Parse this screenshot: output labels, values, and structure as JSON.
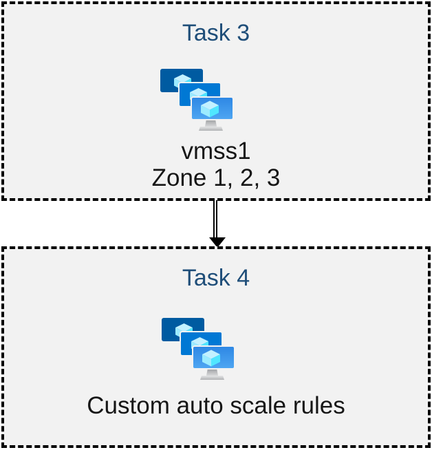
{
  "colors": {
    "box_bg": "#f2f2f2",
    "box_border": "#000000",
    "title_text": "#1f4e79",
    "body_text": "#161616",
    "monitor_back": "#005ba1",
    "monitor_middle": "#0078d4",
    "monitor_front_top": "#2d87e4",
    "monitor_front_bottom": "#4fa6f2",
    "cube_top": "#c3f1ff",
    "cube_left": "#9cebff",
    "cube_right": "#50e6ff",
    "arrow": "#000000"
  },
  "diagram": {
    "boxes": [
      {
        "title": "Task 3",
        "icon": "vm-scale-sets-icon",
        "lines": [
          "vmss1",
          "Zone 1, 2, 3"
        ]
      },
      {
        "title": "Task 4",
        "icon": "vm-scale-sets-icon",
        "lines": [
          "Custom auto scale rules"
        ]
      }
    ],
    "connector": {
      "type": "double-line-arrow",
      "direction": "down"
    }
  }
}
